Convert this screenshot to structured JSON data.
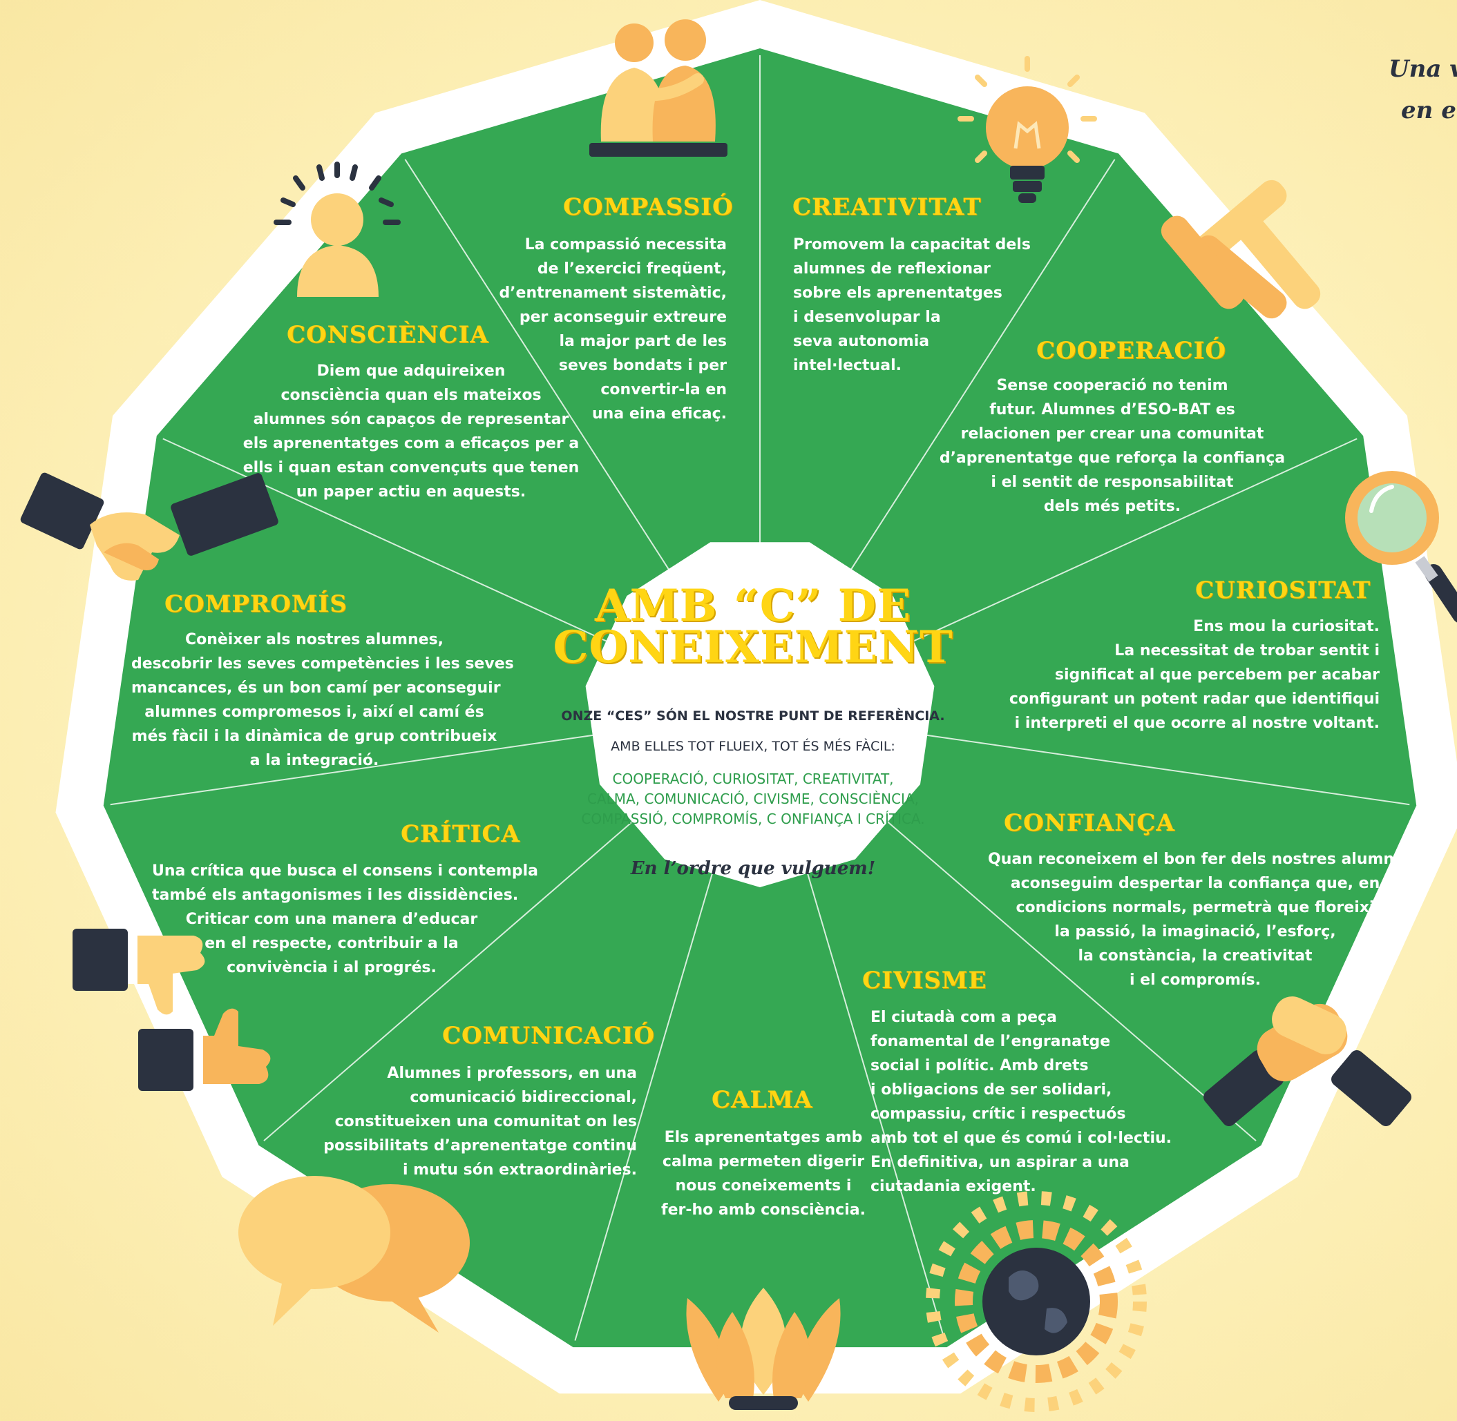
{
  "center": {
    "title": "AMB “C” DE CONEIXEMENT",
    "subtitle": "ONZE “CES” SÓN EL NOSTRE PUNT DE REFERÈNCIA.",
    "subtitle2": "AMB ELLES TOT FLUEIX, TOT ÉS MÉS FÀCIL:",
    "list": "COOPERACIÓ, CURIOSITAT, CREATIVITAT,\nCALMA, COMUNICACIÓ, CIVISME, CONSCIÈNCIA,\nCOMPASSIÓ, COMPROMÍS, C ONFIANÇA I CRÍTICA.",
    "note": "En l’ordre que vulguem!"
  },
  "tagline": {
    "line1": "Una v",
    "line2": "en e"
  },
  "colors": {
    "green": "#35a853",
    "white": "#ffffff",
    "yellow": "#ffd514",
    "navy": "#2b3240",
    "accent": "#f8b55b",
    "light": "#fcd27b"
  },
  "segments": [
    {
      "key": "compassio",
      "title": "COMPASSIÓ",
      "text": "La compassió necessita\nde l’exercici freqüent,\nd’entrenament sistemàtic,\nper aconseguir extreure\nla major part de les\nseves bondats i per\nconvertir-la en\nuna eina eficaç.",
      "icon": "hug-icon"
    },
    {
      "key": "creativitat",
      "title": "CREATIVITAT",
      "text": "Promovem la capacitat dels\nalumnes de reflexionar\nsobre els aprenentatges\ni desenvolupar la\nseva autonomia\nintel·lectual.",
      "icon": "lightbulb-icon"
    },
    {
      "key": "cooperacio",
      "title": "COOPERACIÓ",
      "text": "Sense cooperació no tenim\nfutur. Alumnes d’ESO-BAT es\nrelacionen per crear una comunitat\nd’aprenentatge que reforça la confiança\ni el sentit de responsabilitat\ndels més petits.",
      "icon": "joined-hands-icon"
    },
    {
      "key": "curiositat",
      "title": "CURIOSITAT",
      "text": "Ens mou la curiositat.\nLa necessitat de trobar sentit i\nsignificat al que percebem per acabar\nconfigurant un potent radar que identifiqui\ni interpreti el que ocorre al nostre voltant.",
      "icon": "magnifier-icon"
    },
    {
      "key": "confianca",
      "title": "CONFIANÇA",
      "text": "Quan reconeixem el bon fer dels nostres alumnes\naconseguim despertar la confiança que, en\ncondicions normals, permetrà que floreixi\nla passió, la imaginació, l’esforç,\nla constància, la creativitat\ni el compromís.",
      "icon": "handclasp-icon"
    },
    {
      "key": "civisme",
      "title": "CIVISME",
      "text": "El ciutadà com a peça\nfonamental de l’engranatge\nsocial i polític. Amb drets\ni obligacions de ser solidari,\ncompassiu, crític i respectuós\namb tot el que és comú i col·lectiu.\nEn definitiva, un aspirar a una\nciutadania exigent.",
      "icon": "globe-people-icon"
    },
    {
      "key": "calma",
      "title": "CALMA",
      "text": "Els aprenentatges amb\ncalma permeten digerir\nnous coneixements i\nfer-ho amb consciència.",
      "icon": "lotus-icon"
    },
    {
      "key": "comunicacio",
      "title": "COMUNICACIÓ",
      "text": "Alumnes i professors, en una\ncomunicació bidireccional,\nconstitueixen una comunitat on les\npossibilitats d’aprenentatge continu\ni mutu són extraordinàries.",
      "icon": "speech-bubbles-icon"
    },
    {
      "key": "critica",
      "title": "CRÍTICA",
      "text": "Una crítica que busca el consens i contempla\ntambé els antagonismes i les dissidències.\nCriticar com una manera d’educar\nen el respecte, contribuir a la\nconvivència i al progrés.",
      "icon": "thumbs-icon"
    },
    {
      "key": "compromis",
      "title": "COMPROMÍS",
      "text": "Conèixer als nostres alumnes,\ndescobrir les seves competències i les seves\nmancances, és un bon camí per aconseguir\nalumnes compromesos i, així el camí és\nmés fàcil i la dinàmica de grup contribueix\na la integració.",
      "icon": "handshake-icon"
    },
    {
      "key": "consciencia",
      "title": "CONSCIÈNCIA",
      "text": "Diem que adquireixen\nconsciència quan els mateixos\nalumnes són capaços de representar\nels aprenentatges com a eficaços per a\nells i quan estan convençuts que tenen\nun paper actiu en aquests.",
      "icon": "person-idea-icon"
    }
  ]
}
